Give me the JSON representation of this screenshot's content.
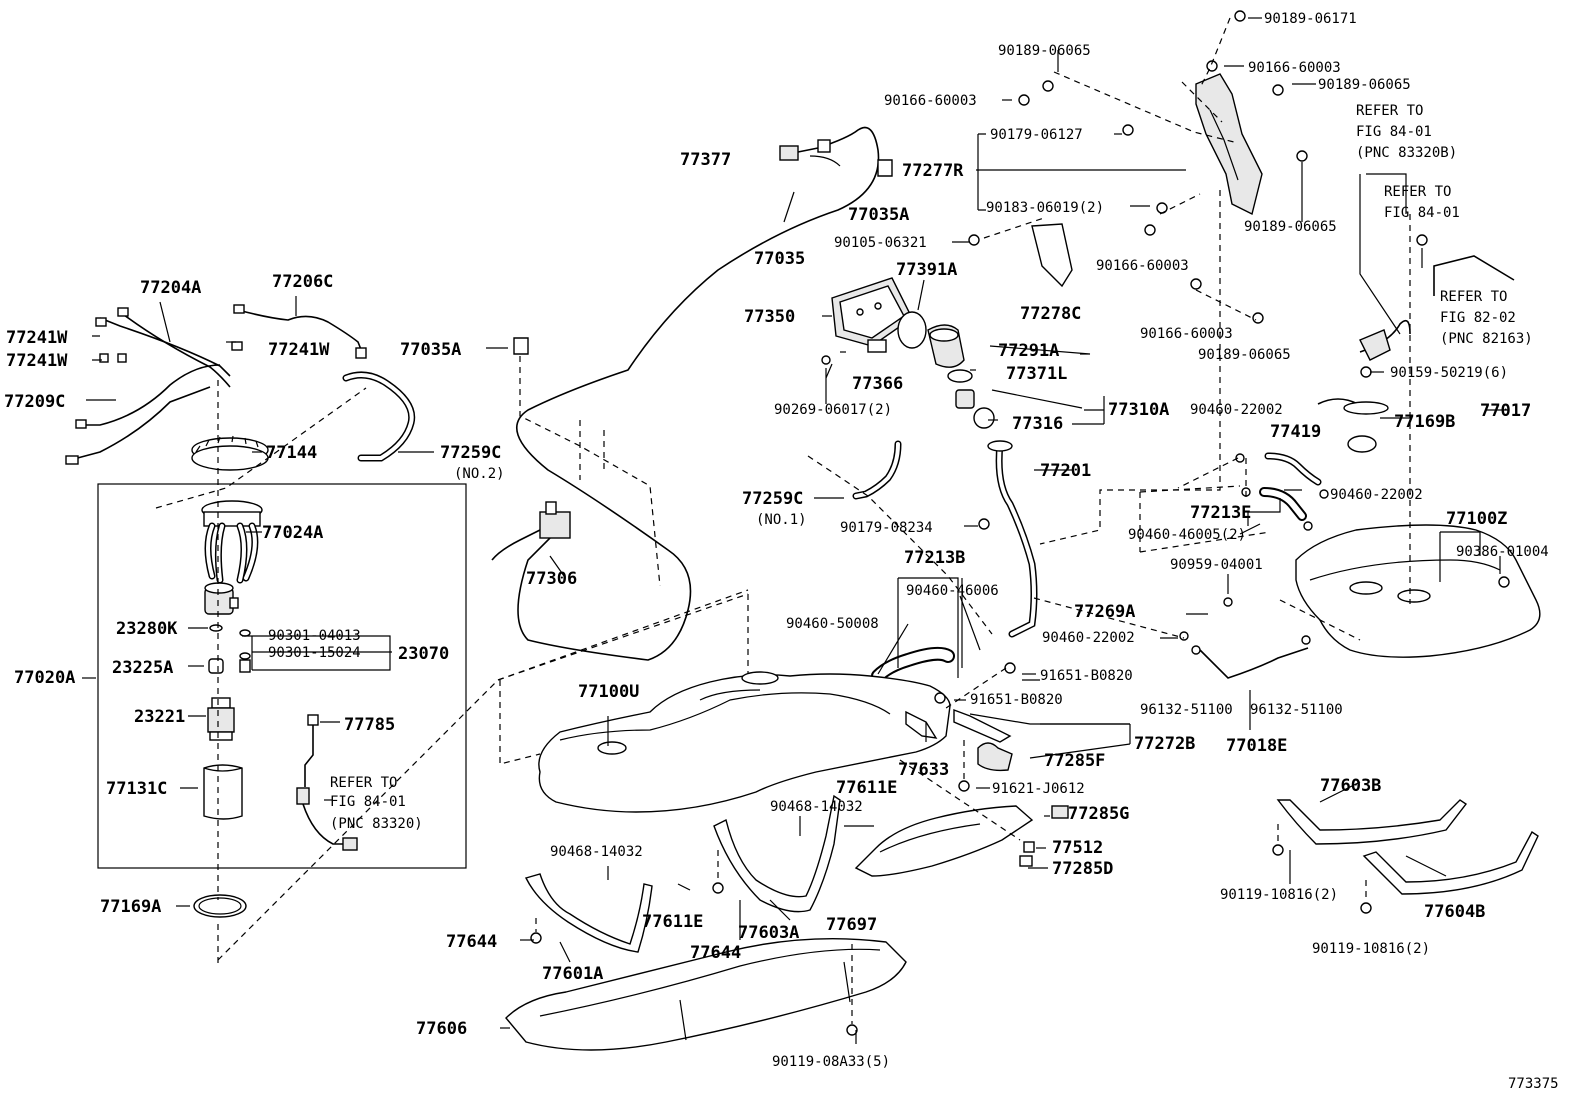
{
  "diagram_id": "773375",
  "labels": {
    "p90189_06171": "90189-06171",
    "p90189_06065_a": "90189-06065",
    "p90166_60003_a": "90166-60003",
    "p90166_60003_b": "90166-60003",
    "p90189_06065_b": "90189-06065",
    "refer_84_01_b": [
      "REFER TO",
      "FIG 84-01",
      "(PNC 83320B)"
    ],
    "p90179_06127": "90179-06127",
    "p77277r": "77277R",
    "p90183_06019": "90183-06019(2)",
    "p90189_06065_c": "90189-06065",
    "refer_84_01": [
      "REFER TO",
      "FIG 84-01"
    ],
    "p77377": "77377",
    "p77035a_a": "77035A",
    "p90105_06321": "90105-06321",
    "p77035": "77035",
    "p77391a": "77391A",
    "p90166_60003_c": "90166-60003",
    "p77278c": "77278C",
    "refer_82_02": [
      "REFER TO",
      "FIG 82-02",
      "(PNC 82163)"
    ],
    "p90166_60003_d": "90166-60003",
    "p90189_06065_d": "90189-06065",
    "p77204a": "77204A",
    "p77206c": "77206C",
    "p77350": "77350",
    "p77291a": "77291A",
    "p77241w_a": "77241W",
    "p77241w_b": "77241W",
    "p77241w_c": "77241W",
    "p77035a_b": "77035A",
    "p77366": "77366",
    "p77371l": "77371L",
    "p90159_50219": "90159-50219(6)",
    "p77209c": "77209C",
    "p90269_06017": "90269-06017(2)",
    "p77310a": "77310A",
    "p90460_22002_a": "90460-22002",
    "p77017": "77017",
    "p77316": "77316",
    "p77169b": "77169B",
    "p77144": "77144",
    "p77259c_no2": "77259C",
    "no2": "(NO.2)",
    "p77419": "77419",
    "p77201": "77201",
    "p90460_22002_b": "90460-22002",
    "p77259c_no1": "77259C",
    "no1": "(NO.1)",
    "p77213e": "77213E",
    "p77100z": "77100Z",
    "p90179_08234": "90179-08234",
    "p90460_46005": "90460-46005(2)",
    "p77024a": "77024A",
    "p90386_01004": "90386-01004",
    "p77213b": "77213B",
    "p90959_04001": "90959-04001",
    "p77306": "77306",
    "p90460_46006": "90460-46006",
    "p90460_50008": "90460-50008",
    "p77269a": "77269A",
    "p23280k": "23280K",
    "p90301_04013": "90301-04013",
    "p90460_22002_c": "90460-22002",
    "p90301_15024": "90301-15024",
    "p23070": "23070",
    "p91651_b0820_a": "91651-B0820",
    "p23225a": "23225A",
    "p77020a": "77020A",
    "p77100u": "77100U",
    "p91651_b0820_b": "91651-B0820",
    "p96132_51100_a": "96132-51100",
    "p96132_51100_b": "96132-51100",
    "p23221": "23221",
    "p77785": "77785",
    "p77272b": "77272B",
    "p77018e": "77018E",
    "p77633": "77633",
    "p77285f": "77285F",
    "p77131c": "77131C",
    "refer_84_01_c": [
      "REFER TO",
      "FIG 84-01",
      "(PNC 83320)"
    ],
    "p91621_j0612": "91621-J0612",
    "p77603b": "77603B",
    "p77611e_a": "77611E",
    "p90468_14032_a": "90468-14032",
    "p77285g": "77285G",
    "p77512": "77512",
    "p90468_14032_b": "90468-14032",
    "p77285d": "77285D",
    "p90119_10816_a": "90119-10816(2)",
    "p77169a": "77169A",
    "p77611e_b": "77611E",
    "p77697": "77697",
    "p77604b": "77604B",
    "p77603a": "77603A",
    "p77644_a": "77644",
    "p77644_b": "77644",
    "p90119_10816_b": "90119-10816(2)",
    "p77601a": "77601A",
    "p77606": "77606",
    "p90119_08a33": "90119-08A33(5)",
    "fig_number": "773375"
  }
}
